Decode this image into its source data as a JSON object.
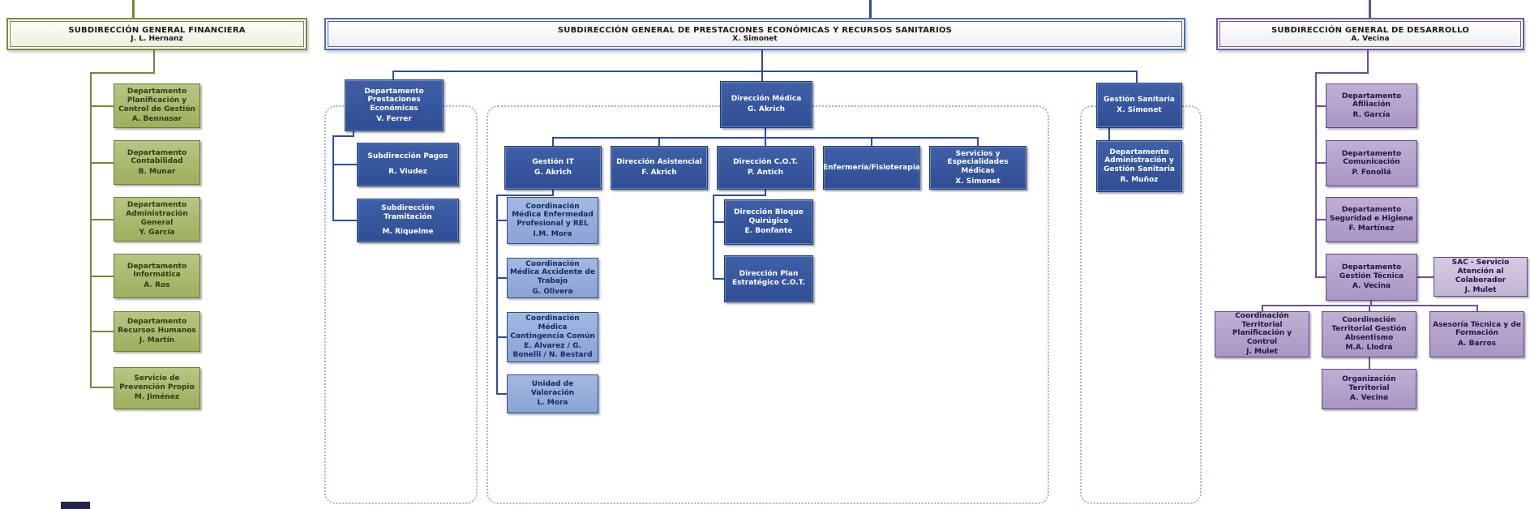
{
  "fin": {
    "header": {
      "title": "SUBDIRECCIÓN GENERAL FINANCIERA",
      "person": "J. L. Hernanz"
    },
    "planificacion": {
      "title": "Departamento Planificación y Control de Gestión",
      "person": "A. Bennasar"
    },
    "contabilidad": {
      "title": "Departamento Contabilidad",
      "person": "B. Munar"
    },
    "admin_general": {
      "title": "Departamento Administración General",
      "person": "Y. García"
    },
    "informatica": {
      "title": "Departamento Informática",
      "person": "A. Ros"
    },
    "rrhh": {
      "title": "Departamento Recursos Humanos",
      "person": "J. Martín"
    },
    "prevencion": {
      "title": "Servicio de Prevención Propio",
      "person": "M. Jiménez"
    }
  },
  "prest": {
    "header": {
      "title": "SUBDIRECCIÓN GENERAL DE PRESTACIONES ECONÓMICAS Y RECURSOS SANITARIOS",
      "person": "X. Simonet"
    },
    "pe": {
      "title": "Departamento Prestaciones Económicas",
      "person": "V. Ferrer"
    },
    "pagos": {
      "title": "Subdirección Pagos",
      "person": "R. Viudez"
    },
    "tramitacion": {
      "title": "Subdirección Tramitación",
      "person": "M. Riquelme"
    },
    "dmedica": {
      "title": "Dirección Médica",
      "person": "G. Akrich"
    },
    "git": {
      "title": "Gestión IT",
      "person": "G. Akrich"
    },
    "asistencial": {
      "title": "Dirección Asistencial",
      "person": "F. Akrich"
    },
    "cot": {
      "title": "Dirección C.O.T.",
      "person": "P. Antich"
    },
    "enfermeria": {
      "title": "Enfermería/Fisioterapia",
      "person": ""
    },
    "especialidades": {
      "title": "Servicios y Especialidades Médicas",
      "person": "X. Simonet"
    },
    "cm_enfermedad": {
      "title": "Coordinación Médica Enfermedad Profesional y REL",
      "person": "I.M. Mora"
    },
    "cm_accidente": {
      "title": "Coordinación Médica Accidente de Trabajo",
      "person": "G. Olivera"
    },
    "cm_contingencia": {
      "title": "Coordinación Médica Contingencia Común",
      "person": "E. Álvarez / G. Bonelli / N. Bestard"
    },
    "valoracion": {
      "title": "Unidad de Valoración",
      "person": "L. Mora"
    },
    "bloque": {
      "title": "Dirección Bloque Quirúgico",
      "person": "E. Bonfante"
    },
    "plan_estrategico": {
      "title": "Dirección Plan Estratégico C.O.T.",
      "person": ""
    },
    "gsanitaria": {
      "title": "Gestión Sanitaria",
      "person": "X. Simonet"
    },
    "admin_gsanitaria": {
      "title": "Departamento Administración y Gestión Sanitaria",
      "person": "R. Muñoz"
    }
  },
  "des": {
    "header": {
      "title": "SUBDIRECCIÓN GENERAL DE DESARROLLO",
      "person": "A. Vecina"
    },
    "afiliacion": {
      "title": "Departamento Afiliación",
      "person": "R. García"
    },
    "comunicacion": {
      "title": "Departamento Comunicación",
      "person": "P. Fonollá"
    },
    "seguridad": {
      "title": "Departamento Seguridad e Higiene",
      "person": "F. Martínez"
    },
    "gtecnica": {
      "title": "Departamento Gestión Técnica",
      "person": "A. Vecina"
    },
    "sac": {
      "title": "SAC - Servicio Atención al Colaborador",
      "person": "J. Mulet"
    },
    "ct_planificacion": {
      "title": "Coordinación Territorial Planificación y Control",
      "person": "J. Mulet"
    },
    "ct_absentismo": {
      "title": "Coordinación Territorial Gestión Absentismo",
      "person": "M.A. Llodrá"
    },
    "asesoria": {
      "title": "Asesoría Técnica y de Formación",
      "person": "A. Barros"
    },
    "organizacion": {
      "title": "Organización Territorial",
      "person": "A. Vecina"
    }
  },
  "colors": {
    "olive": "#75873b",
    "blue": "#2e4d9b",
    "purple": "#6b5191"
  }
}
